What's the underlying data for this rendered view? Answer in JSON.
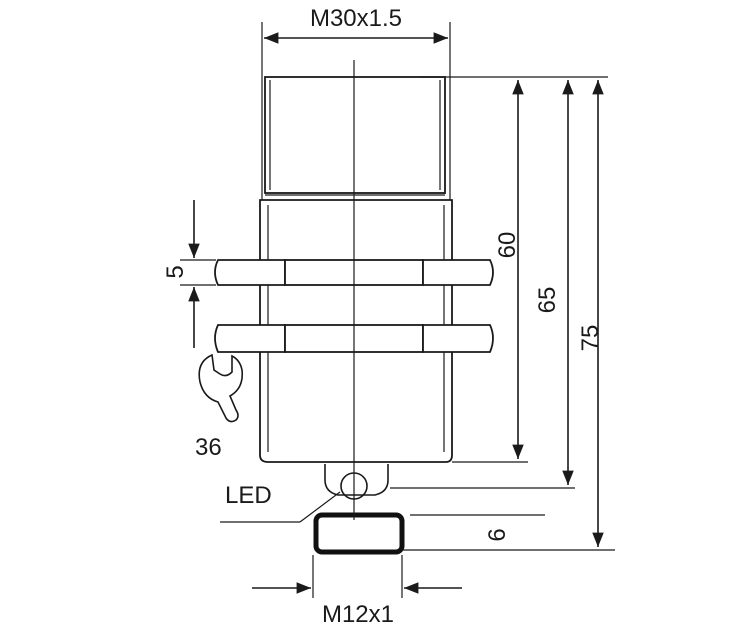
{
  "labels": {
    "thread_top": "M30x1.5",
    "thread_bottom": "M12x1",
    "nut_thickness": "5",
    "wrench_size": "36",
    "led": "LED",
    "len_60": "60",
    "len_65": "65",
    "len_75": "75",
    "len_6": "6"
  },
  "icons": {
    "wrench": "wrench-icon"
  },
  "colors": {
    "line": "#1a1a1a",
    "background": "#ffffff"
  }
}
